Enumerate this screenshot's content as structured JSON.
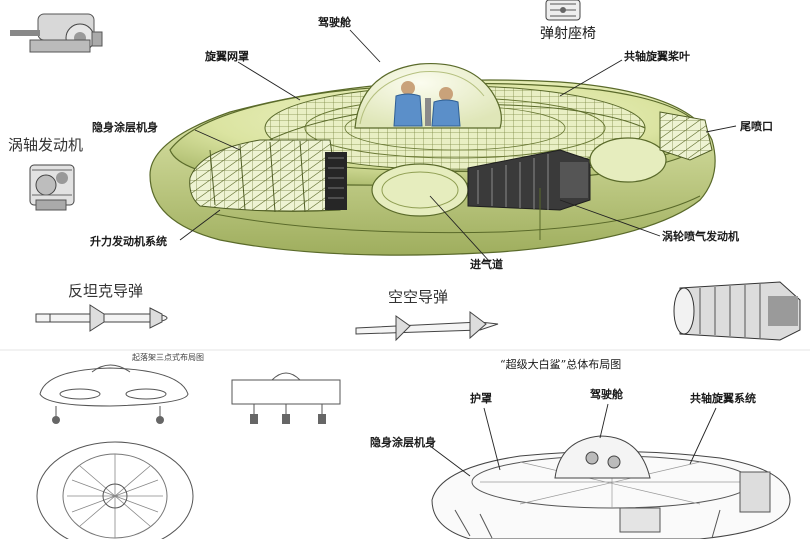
{
  "labels": {
    "cockpit": "驾驶舱",
    "ejection_seat": "弹射座椅",
    "rotor_cover": "旋翼网罩",
    "coaxial_rotor_blade": "共轴旋翼桨叶",
    "stealth_coating_body": "隐身涂层机身",
    "tail_nozzle": "尾喷口",
    "turboshaft_engine": "涡轴发动机",
    "lift_engine_system": "升力发动机系统",
    "turbojet_engine": "涡轮喷气发动机",
    "air_inlet": "进气道",
    "anti_tank_missile": "反坦克导弹",
    "air_to_air_missile": "空空导弹",
    "landing_gear_caption": "起落架三点式布局图",
    "layout_title": "“超级大白鲨”总体布局图",
    "shield": "护罩",
    "cockpit_2": "驾驶舱",
    "coaxial_rotor_system": "共轴旋翼系统",
    "stealth_coating_body_2": "隐身涂层机身"
  },
  "colors": {
    "hull": "#e4ecb4",
    "hull_shadow": "#b9c77a",
    "hull_dark": "#8f9e52",
    "canopy": "#f3f5dc",
    "pilot": "#5b8fc9",
    "engine": "#3a3a3a",
    "sketch": "#555555"
  }
}
